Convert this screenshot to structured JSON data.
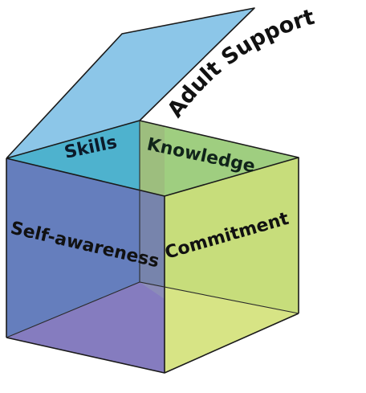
{
  "diagram": {
    "lid_label": "Adult Support",
    "faces": {
      "skills": "Skills",
      "knowledge": "Knowledge",
      "self_awareness": "Self-awareness",
      "commitment": "Commitment"
    },
    "colors": {
      "lid": "#7fc0e6",
      "back_left": "#2fa5c6",
      "back_right": "#8ec56a",
      "front_left": "#6c70b8",
      "front_right": "#cfe07a",
      "bottom_left": "#d99bd0",
      "bottom_right": "#f7efb0"
    }
  }
}
